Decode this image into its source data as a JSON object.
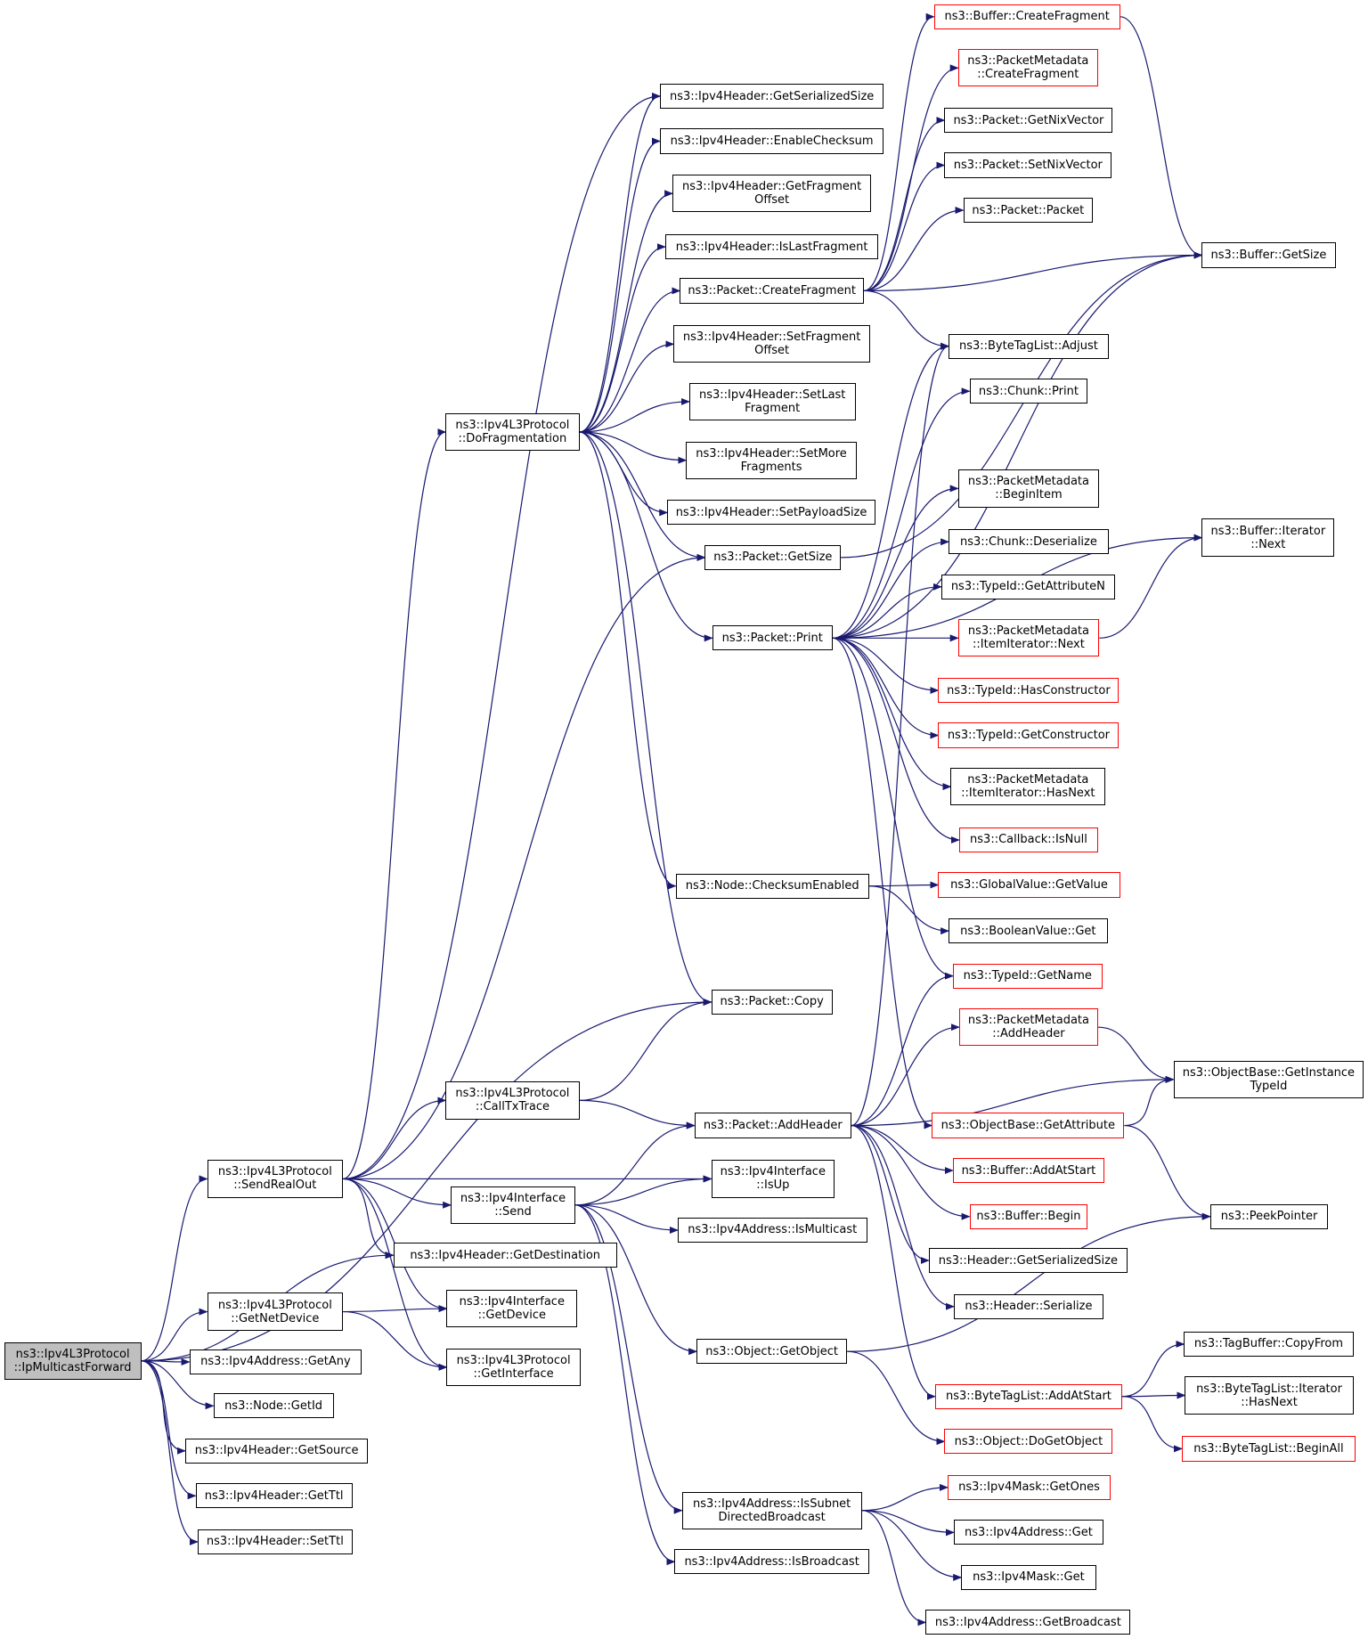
{
  "diagram": {
    "colors": {
      "edge": "#191970",
      "border": "#000000",
      "undocumented_border": "#ff0000",
      "root_fill": "#bfbfbf",
      "background": "#ffffff"
    },
    "nodes": [
      {
        "id": "n0",
        "lines": [
          "ns3::Ipv4L3Protocol",
          "::IpMulticastForward"
        ],
        "style": "root"
      },
      {
        "id": "n1",
        "lines": [
          "ns3::Ipv4L3Protocol",
          "::SendRealOut"
        ]
      },
      {
        "id": "n2",
        "lines": [
          "ns3::Ipv4Header::GetDestination"
        ]
      },
      {
        "id": "n3",
        "lines": [
          "ns3::Ipv4L3Protocol",
          "::GetNetDevice"
        ]
      },
      {
        "id": "n4",
        "lines": [
          "ns3::Ipv4Address::GetAny"
        ]
      },
      {
        "id": "n5",
        "lines": [
          "ns3::Node::GetId"
        ]
      },
      {
        "id": "n6",
        "lines": [
          "ns3::Ipv4Header::GetSource"
        ]
      },
      {
        "id": "n7",
        "lines": [
          "ns3::Ipv4Header::GetTtl"
        ]
      },
      {
        "id": "n8",
        "lines": [
          "ns3::Ipv4Header::SetTtl"
        ]
      },
      {
        "id": "n9",
        "lines": [
          "ns3::Packet::Copy"
        ]
      },
      {
        "id": "n10",
        "lines": [
          "ns3::Ipv4L3Protocol",
          "::DoFragmentation"
        ]
      },
      {
        "id": "n11",
        "lines": [
          "ns3::Ipv4L3Protocol",
          "::CallTxTrace"
        ]
      },
      {
        "id": "n12",
        "lines": [
          "ns3::Ipv4Interface",
          "::Send"
        ]
      },
      {
        "id": "n13",
        "lines": [
          "ns3::Ipv4Interface",
          "::GetDevice"
        ]
      },
      {
        "id": "n14",
        "lines": [
          "ns3::Ipv4L3Protocol",
          "::GetInterface"
        ]
      },
      {
        "id": "n15",
        "lines": [
          "ns3::Ipv4Interface",
          "::IsUp"
        ]
      },
      {
        "id": "n16",
        "lines": [
          "ns3::Packet::GetSize"
        ]
      },
      {
        "id": "n17",
        "lines": [
          "ns3::Ipv4Header::GetSerializedSize"
        ]
      },
      {
        "id": "n18",
        "lines": [
          "ns3::Ipv4Header::EnableChecksum"
        ]
      },
      {
        "id": "n19",
        "lines": [
          "ns3::Ipv4Header::GetFragment",
          "Offset"
        ]
      },
      {
        "id": "n20",
        "lines": [
          "ns3::Ipv4Header::IsLastFragment"
        ]
      },
      {
        "id": "n21",
        "lines": [
          "ns3::Packet::CreateFragment"
        ]
      },
      {
        "id": "n22",
        "lines": [
          "ns3::Ipv4Header::SetFragment",
          "Offset"
        ]
      },
      {
        "id": "n23",
        "lines": [
          "ns3::Ipv4Header::SetLast",
          "Fragment"
        ]
      },
      {
        "id": "n24",
        "lines": [
          "ns3::Ipv4Header::SetMore",
          "Fragments"
        ]
      },
      {
        "id": "n25",
        "lines": [
          "ns3::Ipv4Header::SetPayloadSize"
        ]
      },
      {
        "id": "n26",
        "lines": [
          "ns3::Packet::Print"
        ]
      },
      {
        "id": "n27",
        "lines": [
          "ns3::Node::ChecksumEnabled"
        ]
      },
      {
        "id": "n28",
        "lines": [
          "ns3::Packet::AddHeader"
        ]
      },
      {
        "id": "n29",
        "lines": [
          "ns3::Ipv4Address::IsMulticast"
        ]
      },
      {
        "id": "n30",
        "lines": [
          "ns3::Object::GetObject"
        ]
      },
      {
        "id": "n31",
        "lines": [
          "ns3::Ipv4Address::IsSubnet",
          "DirectedBroadcast"
        ]
      },
      {
        "id": "n32",
        "lines": [
          "ns3::Ipv4Address::IsBroadcast"
        ]
      },
      {
        "id": "n33",
        "lines": [
          "ns3::Buffer::CreateFragment"
        ],
        "style": "red"
      },
      {
        "id": "n34",
        "lines": [
          "ns3::PacketMetadata",
          "::CreateFragment"
        ],
        "style": "red"
      },
      {
        "id": "n35",
        "lines": [
          "ns3::Packet::GetNixVector"
        ]
      },
      {
        "id": "n36",
        "lines": [
          "ns3::Packet::SetNixVector"
        ]
      },
      {
        "id": "n37",
        "lines": [
          "ns3::Packet::Packet"
        ]
      },
      {
        "id": "n38",
        "lines": [
          "ns3::Buffer::GetSize"
        ]
      },
      {
        "id": "n39",
        "lines": [
          "ns3::ByteTagList::Adjust"
        ]
      },
      {
        "id": "n40",
        "lines": [
          "ns3::Chunk::Print"
        ]
      },
      {
        "id": "n41",
        "lines": [
          "ns3::PacketMetadata",
          "::BeginItem"
        ]
      },
      {
        "id": "n42",
        "lines": [
          "ns3::Buffer::Iterator",
          "::Next"
        ]
      },
      {
        "id": "n43",
        "lines": [
          "ns3::Chunk::Deserialize"
        ]
      },
      {
        "id": "n44",
        "lines": [
          "ns3::TypeId::GetAttributeN"
        ]
      },
      {
        "id": "n45",
        "lines": [
          "ns3::PacketMetadata",
          "::ItemIterator::Next"
        ],
        "style": "red"
      },
      {
        "id": "n46",
        "lines": [
          "ns3::TypeId::HasConstructor"
        ],
        "style": "red"
      },
      {
        "id": "n47",
        "lines": [
          "ns3::TypeId::GetConstructor"
        ],
        "style": "red"
      },
      {
        "id": "n48",
        "lines": [
          "ns3::PacketMetadata",
          "::ItemIterator::HasNext"
        ]
      },
      {
        "id": "n49",
        "lines": [
          "ns3::Callback::IsNull"
        ],
        "style": "red"
      },
      {
        "id": "n50",
        "lines": [
          "ns3::GlobalValue::GetValue"
        ],
        "style": "red"
      },
      {
        "id": "n51",
        "lines": [
          "ns3::BooleanValue::Get"
        ]
      },
      {
        "id": "n52",
        "lines": [
          "ns3::TypeId::GetName"
        ],
        "style": "red"
      },
      {
        "id": "n53",
        "lines": [
          "ns3::PacketMetadata",
          "::AddHeader"
        ],
        "style": "red"
      },
      {
        "id": "n54",
        "lines": [
          "ns3::ObjectBase::GetInstance",
          "TypeId"
        ]
      },
      {
        "id": "n55",
        "lines": [
          "ns3::ObjectBase::GetAttribute"
        ],
        "style": "red"
      },
      {
        "id": "n56",
        "lines": [
          "ns3::Buffer::AddAtStart"
        ],
        "style": "red"
      },
      {
        "id": "n57",
        "lines": [
          "ns3::Buffer::Begin"
        ],
        "style": "red"
      },
      {
        "id": "n58",
        "lines": [
          "ns3::PeekPointer"
        ]
      },
      {
        "id": "n59",
        "lines": [
          "ns3::Header::GetSerializedSize"
        ]
      },
      {
        "id": "n60",
        "lines": [
          "ns3::Header::Serialize"
        ]
      },
      {
        "id": "n61",
        "lines": [
          "ns3::TagBuffer::CopyFrom"
        ]
      },
      {
        "id": "n62",
        "lines": [
          "ns3::ByteTagList::AddAtStart"
        ],
        "style": "red"
      },
      {
        "id": "n63",
        "lines": [
          "ns3::ByteTagList::Iterator",
          "::HasNext"
        ]
      },
      {
        "id": "n64",
        "lines": [
          "ns3::ByteTagList::BeginAll"
        ],
        "style": "red"
      },
      {
        "id": "n65",
        "lines": [
          "ns3::Object::DoGetObject"
        ],
        "style": "red"
      },
      {
        "id": "n66",
        "lines": [
          "ns3::Ipv4Mask::GetOnes"
        ],
        "style": "red"
      },
      {
        "id": "n67",
        "lines": [
          "ns3::Ipv4Address::Get"
        ]
      },
      {
        "id": "n68",
        "lines": [
          "ns3::Ipv4Mask::Get"
        ]
      },
      {
        "id": "n69",
        "lines": [
          "ns3::Ipv4Address::GetBroadcast"
        ]
      }
    ],
    "edges": [
      [
        "n0",
        "n1"
      ],
      [
        "n0",
        "n2"
      ],
      [
        "n0",
        "n3"
      ],
      [
        "n0",
        "n4"
      ],
      [
        "n0",
        "n5"
      ],
      [
        "n0",
        "n6"
      ],
      [
        "n0",
        "n7"
      ],
      [
        "n0",
        "n8"
      ],
      [
        "n0",
        "n9"
      ],
      [
        "n1",
        "n10"
      ],
      [
        "n1",
        "n11"
      ],
      [
        "n1",
        "n12"
      ],
      [
        "n1",
        "n2"
      ],
      [
        "n1",
        "n13"
      ],
      [
        "n1",
        "n14"
      ],
      [
        "n1",
        "n15"
      ],
      [
        "n1",
        "n16"
      ],
      [
        "n1",
        "n17"
      ],
      [
        "n3",
        "n13"
      ],
      [
        "n3",
        "n14"
      ],
      [
        "n10",
        "n17"
      ],
      [
        "n10",
        "n18"
      ],
      [
        "n10",
        "n19"
      ],
      [
        "n10",
        "n20"
      ],
      [
        "n10",
        "n21"
      ],
      [
        "n10",
        "n22"
      ],
      [
        "n10",
        "n23"
      ],
      [
        "n10",
        "n24"
      ],
      [
        "n10",
        "n25"
      ],
      [
        "n10",
        "n16"
      ],
      [
        "n10",
        "n26"
      ],
      [
        "n10",
        "n27"
      ],
      [
        "n10",
        "n9"
      ],
      [
        "n11",
        "n9"
      ],
      [
        "n11",
        "n28"
      ],
      [
        "n12",
        "n15"
      ],
      [
        "n12",
        "n29"
      ],
      [
        "n12",
        "n28"
      ],
      [
        "n12",
        "n30"
      ],
      [
        "n12",
        "n31"
      ],
      [
        "n12",
        "n32"
      ],
      [
        "n21",
        "n33"
      ],
      [
        "n21",
        "n34"
      ],
      [
        "n21",
        "n35"
      ],
      [
        "n21",
        "n36"
      ],
      [
        "n21",
        "n37"
      ],
      [
        "n21",
        "n38"
      ],
      [
        "n21",
        "n39"
      ],
      [
        "n33",
        "n38"
      ],
      [
        "n16",
        "n38"
      ],
      [
        "n26",
        "n39"
      ],
      [
        "n26",
        "n40"
      ],
      [
        "n26",
        "n42"
      ],
      [
        "n26",
        "n41"
      ],
      [
        "n26",
        "n43"
      ],
      [
        "n26",
        "n44"
      ],
      [
        "n26",
        "n45"
      ],
      [
        "n26",
        "n46"
      ],
      [
        "n26",
        "n47"
      ],
      [
        "n26",
        "n48"
      ],
      [
        "n26",
        "n49"
      ],
      [
        "n26",
        "n52"
      ],
      [
        "n26",
        "n55"
      ],
      [
        "n26",
        "n38"
      ],
      [
        "n45",
        "n42"
      ],
      [
        "n27",
        "n50"
      ],
      [
        "n27",
        "n51"
      ],
      [
        "n28",
        "n52"
      ],
      [
        "n28",
        "n53"
      ],
      [
        "n28",
        "n54"
      ],
      [
        "n28",
        "n56"
      ],
      [
        "n28",
        "n57"
      ],
      [
        "n28",
        "n59"
      ],
      [
        "n28",
        "n60"
      ],
      [
        "n28",
        "n62"
      ],
      [
        "n28",
        "n39"
      ],
      [
        "n53",
        "n54"
      ],
      [
        "n55",
        "n54"
      ],
      [
        "n55",
        "n58"
      ],
      [
        "n30",
        "n58"
      ],
      [
        "n30",
        "n65"
      ],
      [
        "n62",
        "n61"
      ],
      [
        "n62",
        "n63"
      ],
      [
        "n62",
        "n64"
      ],
      [
        "n31",
        "n66"
      ],
      [
        "n31",
        "n67"
      ],
      [
        "n31",
        "n68"
      ],
      [
        "n31",
        "n69"
      ]
    ]
  }
}
